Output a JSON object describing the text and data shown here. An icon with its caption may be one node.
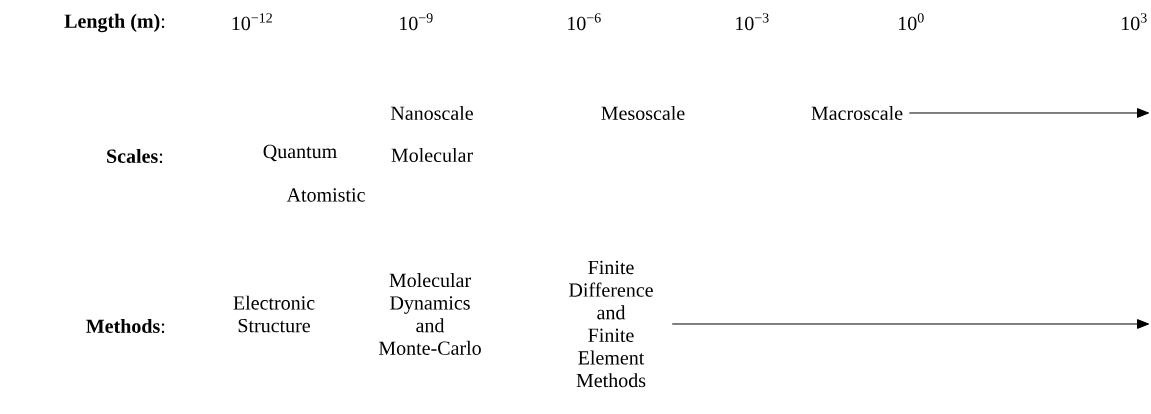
{
  "diagram": {
    "nodes": [
      {
        "text": [
          "Macroscale"
        ]
      },
      {
        "text": [
          "Finite Difference and Finite Element Methods"
        ]
      }
    ],
    "edges": [
      {
        "from": 0,
        "to": null,
        "arrow": "to"
      },
      {
        "from": 1,
        "to": null,
        "arrow": "to"
      }
    ],
    "labels": [
      "**Length (m)**:",
      "10$^{−12}$",
      "10$^{−9}$",
      "10$^{−6}$",
      "10$^{−3}$",
      "10$^{0}$",
      "10$^{3}$",
      "Nanoscale",
      "Mesoscale",
      "**Scales**:",
      "Quantum",
      "Molecular",
      "Atomistic",
      "**Methods**:",
      "Electronic Structure",
      "Molecular Dynamics and Monte-Carlo"
    ]
  }
}
